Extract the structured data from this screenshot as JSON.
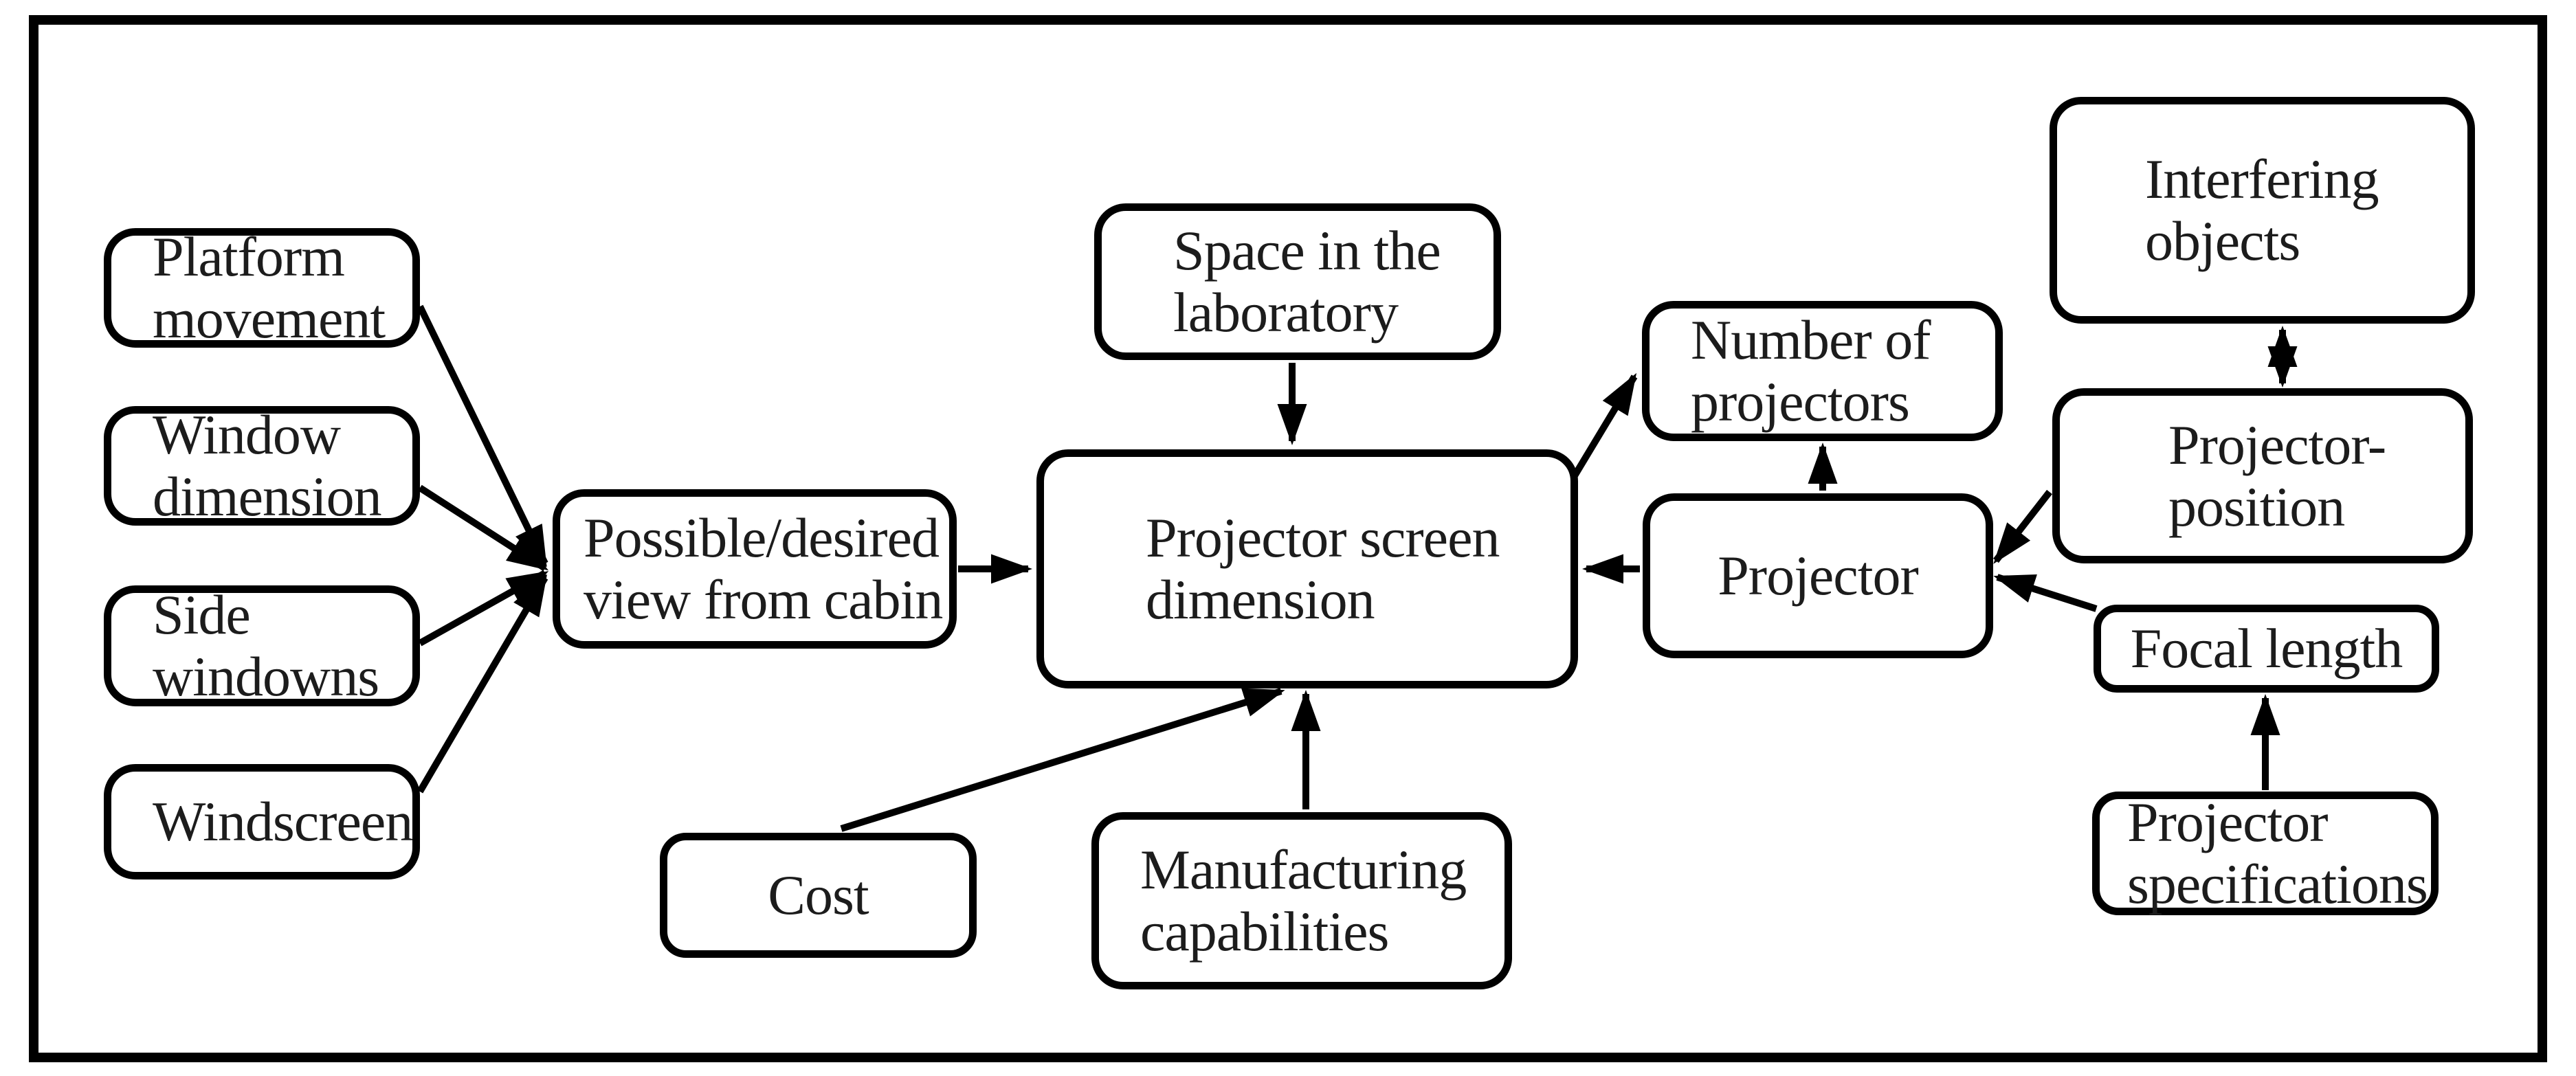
{
  "diagram": {
    "background_color": "#ffffff",
    "line_color": "#000000",
    "text_color": "#1c1c1c",
    "nodes": {
      "platform_movement": {
        "label": "Platform\nmovement"
      },
      "window_dimension": {
        "label": "Window\ndimension"
      },
      "side_windows": {
        "label": "Side\nwindowns"
      },
      "windscreen": {
        "label": "Windscreen"
      },
      "possible_view": {
        "label": "Possible/desired\nview from cabin"
      },
      "space_laboratory": {
        "label": "Space in the\nlaboratory"
      },
      "screen_dimension": {
        "label": "Projector screen\ndimension"
      },
      "number_projectors": {
        "label": "Number of\nprojectors"
      },
      "projector": {
        "label": "Projector"
      },
      "interfering_objects": {
        "label": "Interfering\nobjects"
      },
      "projector_position": {
        "label": "Projector-\nposition"
      },
      "focal_length": {
        "label": "Focal length"
      },
      "projector_specifications": {
        "label": "Projector\nspecifications"
      },
      "cost": {
        "label": "Cost"
      },
      "manufacturing": {
        "label": "Manufacturing\ncapabilities"
      }
    },
    "edges": [
      {
        "from": "platform_movement",
        "to": "possible_view",
        "type": "arrow"
      },
      {
        "from": "window_dimension",
        "to": "possible_view",
        "type": "arrow"
      },
      {
        "from": "side_windows",
        "to": "possible_view",
        "type": "arrow"
      },
      {
        "from": "windscreen",
        "to": "possible_view",
        "type": "arrow"
      },
      {
        "from": "possible_view",
        "to": "screen_dimension",
        "type": "arrow"
      },
      {
        "from": "space_laboratory",
        "to": "screen_dimension",
        "type": "arrow"
      },
      {
        "from": "cost",
        "to": "screen_dimension",
        "type": "arrow"
      },
      {
        "from": "manufacturing",
        "to": "screen_dimension",
        "type": "arrow"
      },
      {
        "from": "screen_dimension",
        "to": "number_projectors",
        "type": "arrow"
      },
      {
        "from": "projector",
        "to": "number_projectors",
        "type": "arrow"
      },
      {
        "from": "projector",
        "to": "screen_dimension",
        "type": "arrow"
      },
      {
        "from": "interfering_objects",
        "to": "projector_position",
        "type": "double-arrow"
      },
      {
        "from": "projector_position",
        "to": "projector",
        "type": "arrow"
      },
      {
        "from": "focal_length",
        "to": "projector",
        "type": "arrow"
      },
      {
        "from": "projector_specifications",
        "to": "focal_length",
        "type": "arrow"
      }
    ]
  }
}
